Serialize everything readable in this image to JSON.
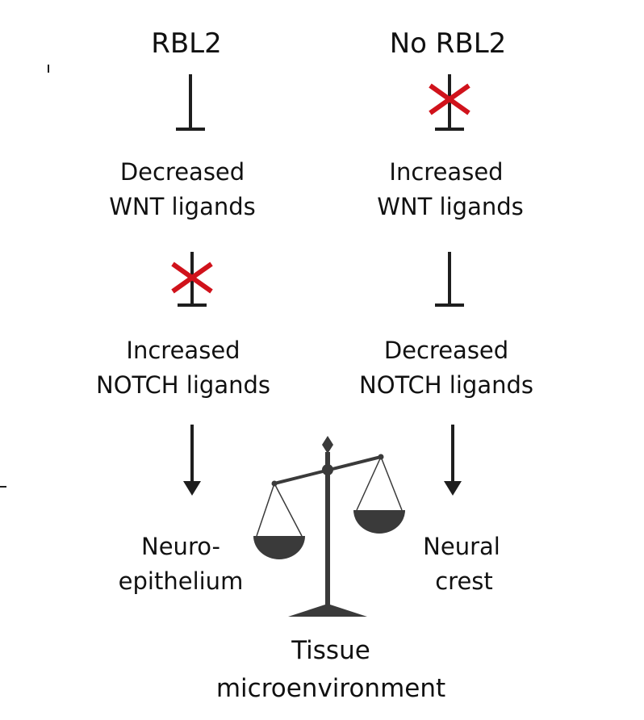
{
  "left": {
    "heading": "RBL2",
    "wnt_line1": "Decreased",
    "wnt_line2": "WNT ligands",
    "notch_line1": "Increased",
    "notch_line2": "NOTCH ligands",
    "outcome_line1": "Neuro-",
    "outcome_line2": "epithelium"
  },
  "right": {
    "heading": "No RBL2",
    "wnt_line1": "Increased",
    "wnt_line2": "WNT ligands",
    "notch_line1": "Decreased",
    "notch_line2": "NOTCH ligands",
    "outcome_line1": "Neural",
    "outcome_line2": "crest"
  },
  "bottom": {
    "line1": "Tissue",
    "line2": "microenvironment"
  },
  "colors": {
    "ink": "#1e1e1e",
    "blocked_cross": "#d0121b",
    "scale": "#3a3a3a"
  }
}
